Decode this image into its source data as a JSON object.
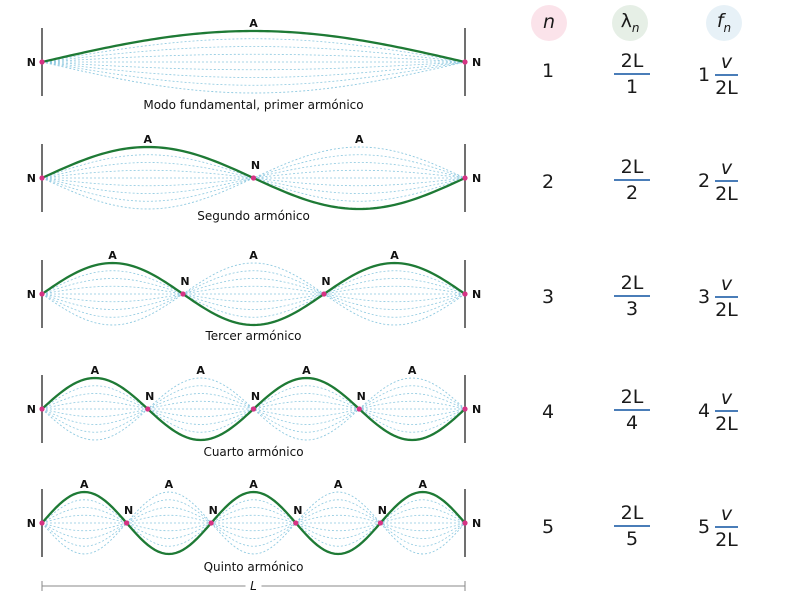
{
  "header": {
    "n_label": "n",
    "lambda_symbol": "λ",
    "lambda_sub": "n",
    "f_symbol": "f",
    "f_sub": "n"
  },
  "node_symbol": "N",
  "antinode_symbol": "A",
  "length_label": "L",
  "modes": [
    {
      "n": "1",
      "loops": 1,
      "caption": "Modo fundamental, primer armónico",
      "lambda_num": "2L",
      "lambda_den": "1",
      "f_coef": "1",
      "f_num": "v",
      "f_den": "2L"
    },
    {
      "n": "2",
      "loops": 2,
      "caption": "Segundo armónico",
      "lambda_num": "2L",
      "lambda_den": "2",
      "f_coef": "2",
      "f_num": "v",
      "f_den": "2L"
    },
    {
      "n": "3",
      "loops": 3,
      "caption": "Tercer armónico",
      "lambda_num": "2L",
      "lambda_den": "3",
      "f_coef": "3",
      "f_num": "v",
      "f_den": "2L"
    },
    {
      "n": "4",
      "loops": 4,
      "caption": "Cuarto armónico",
      "lambda_num": "2L",
      "lambda_den": "4",
      "f_coef": "4",
      "f_num": "v",
      "f_den": "2L"
    },
    {
      "n": "5",
      "loops": 5,
      "caption": "Quinto armónico",
      "lambda_num": "2L",
      "lambda_den": "5",
      "f_coef": "5",
      "f_num": "v",
      "f_den": "2L"
    }
  ],
  "colors": {
    "wave": "#1e7a35",
    "ghost": "#8ec9e0",
    "node_dot": "#d63384",
    "n_circle": "#fbe3ea",
    "lambda_circle": "#e6efe6",
    "f_circle": "#e7f1f7",
    "fraction_bar": "#4a7db8"
  }
}
